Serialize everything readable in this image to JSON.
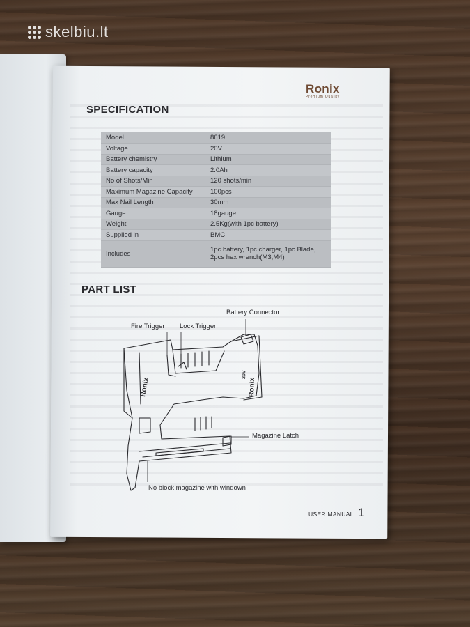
{
  "watermark": {
    "text": "skelbiu.lt"
  },
  "brand": {
    "name": "Ronix",
    "tagline": "Premium Quality"
  },
  "specification": {
    "title": "SPECIFICATION",
    "rows": [
      {
        "label": "Model",
        "value": "8619"
      },
      {
        "label": "Voltage",
        "value": "20V"
      },
      {
        "label": "Battery chemistry",
        "value": "Lithium"
      },
      {
        "label": "Battery capacity",
        "value": "2.0Ah"
      },
      {
        "label": "No of Shots/Min",
        "value": "120 shots/min"
      },
      {
        "label": "Maximum Magazine Capacity",
        "value": "100pcs"
      },
      {
        "label": "Max Nail Length",
        "value": "30mm"
      },
      {
        "label": "Gauge",
        "value": "18gauge"
      },
      {
        "label": "Weight",
        "value": "2.5Kg(with 1pc battery)"
      },
      {
        "label": "Supplied in",
        "value": "BMC"
      }
    ],
    "includes": {
      "label": "Includes",
      "value_line1": "1pc battery, 1pc charger, 1pc Blade,",
      "value_line2": "2pcs hex wrench(M3,M4)"
    }
  },
  "part_list": {
    "title": "PART LIST",
    "callouts": {
      "fire_trigger": "Fire Trigger",
      "lock_trigger": "Lock Trigger",
      "battery_connector": "Battery Connector",
      "magazine_latch": "Magazine Latch",
      "no_block_magazine": "No block magazine with windown"
    },
    "tool_labels": {
      "body": "Ronix",
      "battery_brand": "Ronix",
      "battery_voltage": "20V"
    }
  },
  "footer": {
    "label": "USER MANUAL",
    "page_number": "1"
  }
}
